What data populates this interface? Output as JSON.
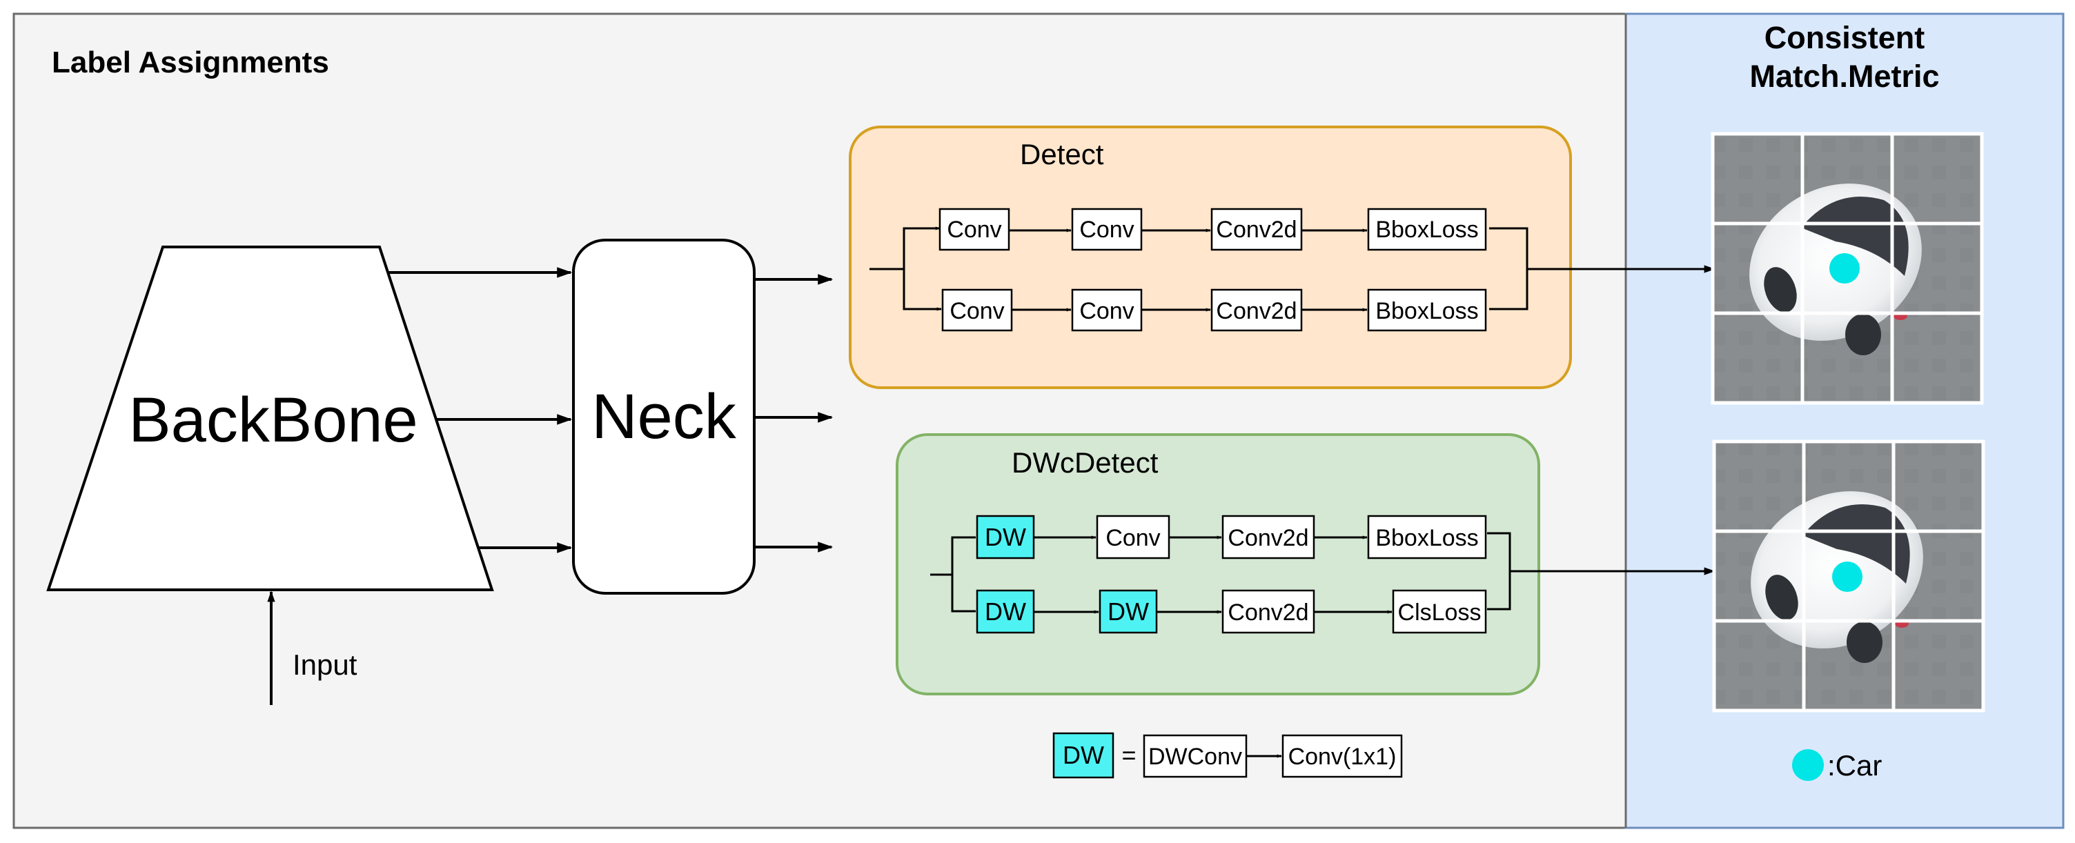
{
  "left_panel": {
    "title": "Label Assignments"
  },
  "right_panel": {
    "title_line1": "Consistent",
    "title_line2": "Match.Metric"
  },
  "backbone": {
    "label": "BackBone"
  },
  "neck": {
    "label": "Neck"
  },
  "input": {
    "label": "Input"
  },
  "detect": {
    "title": "Detect",
    "row1": [
      "Conv",
      "Conv",
      "Conv2d",
      "BboxLoss"
    ],
    "row2": [
      "Conv",
      "Conv",
      "Conv2d",
      "BboxLoss"
    ]
  },
  "dwc_detect": {
    "title": "DWcDetect",
    "row1": [
      "DW",
      "Conv",
      "Conv2d",
      "BboxLoss"
    ],
    "row2": [
      "DW",
      "DW",
      "Conv2d",
      "ClsLoss"
    ]
  },
  "legend": {
    "dw": "DW",
    "equals": "=",
    "dwconv": "DWConv",
    "conv1x1": "Conv(1x1)"
  },
  "car_legend": {
    "label": ":Car"
  },
  "colors": {
    "left_bg": "#f4f4f4",
    "right_bg": "#dae8fc",
    "detect_fill": "#ffe6cc",
    "detect_stroke": "#d6a021",
    "dwc_fill": "#d5e8d4",
    "dwc_stroke": "#82b366",
    "dw_fill": "#4ff2f2",
    "car_dot": "#00e5e5"
  }
}
